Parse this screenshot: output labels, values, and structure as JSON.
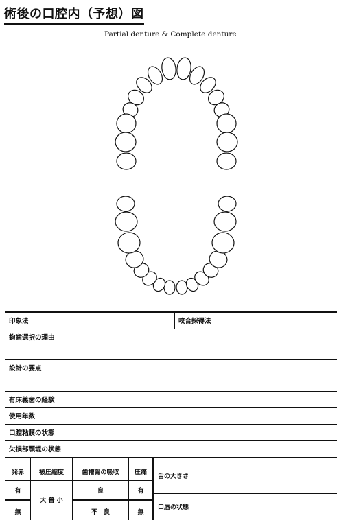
{
  "page": {
    "title": "術後の口腔内（予想）図",
    "subtitle": "Partial denture & Complete denture"
  },
  "form": {
    "impression": "印象法",
    "bite": "咬合採得法",
    "artificial_tooth": "鉤歯選択の理由",
    "design": "設計の要点",
    "experience": "有床義歯の経験",
    "years": "使用年数",
    "mucosa": "口腔粘膜の状態",
    "ridge": "欠損部顎堤の状態",
    "redness": "発赤",
    "compress": "被圧縮度",
    "absorption": "歯槽骨の吸収",
    "pain": "圧痛",
    "tongue": "舌の大きさ",
    "present": "有",
    "absent": "無",
    "size": "大 普 小",
    "good": "良",
    "notgood": "不　良",
    "pain_present": "有",
    "pain_absent": "無",
    "oral": "口唇の状態"
  }
}
